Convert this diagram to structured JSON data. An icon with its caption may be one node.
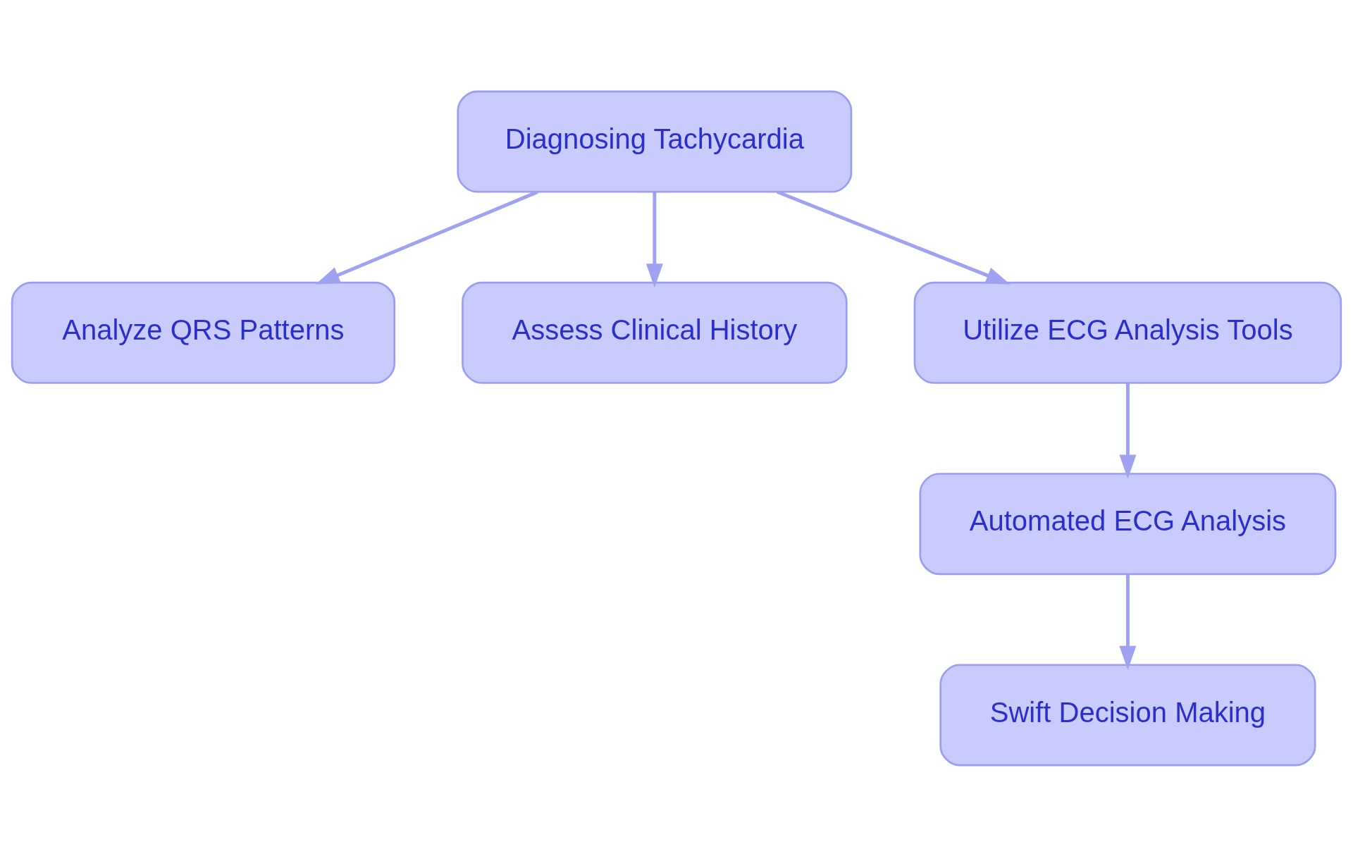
{
  "diagram": {
    "nodes": [
      {
        "text": [
          "Diagnosing Tachycardia"
        ]
      },
      {
        "text": [
          "Analyze QRS Patterns"
        ]
      },
      {
        "text": [
          "Assess Clinical History"
        ]
      },
      {
        "text": [
          "Utilize ECG Analysis Tools"
        ]
      },
      {
        "text": [
          "Automated ECG Analysis"
        ]
      },
      {
        "text": [
          "Swift Decision Making"
        ]
      }
    ],
    "edges": [
      {
        "from": 0,
        "to": 1,
        "arrow": "to"
      },
      {
        "from": 0,
        "to": 2,
        "arrow": "to"
      },
      {
        "from": 0,
        "to": 3,
        "arrow": "to"
      },
      {
        "from": 3,
        "to": 4,
        "arrow": "to"
      },
      {
        "from": 4,
        "to": 5,
        "arrow": "to"
      }
    ]
  }
}
